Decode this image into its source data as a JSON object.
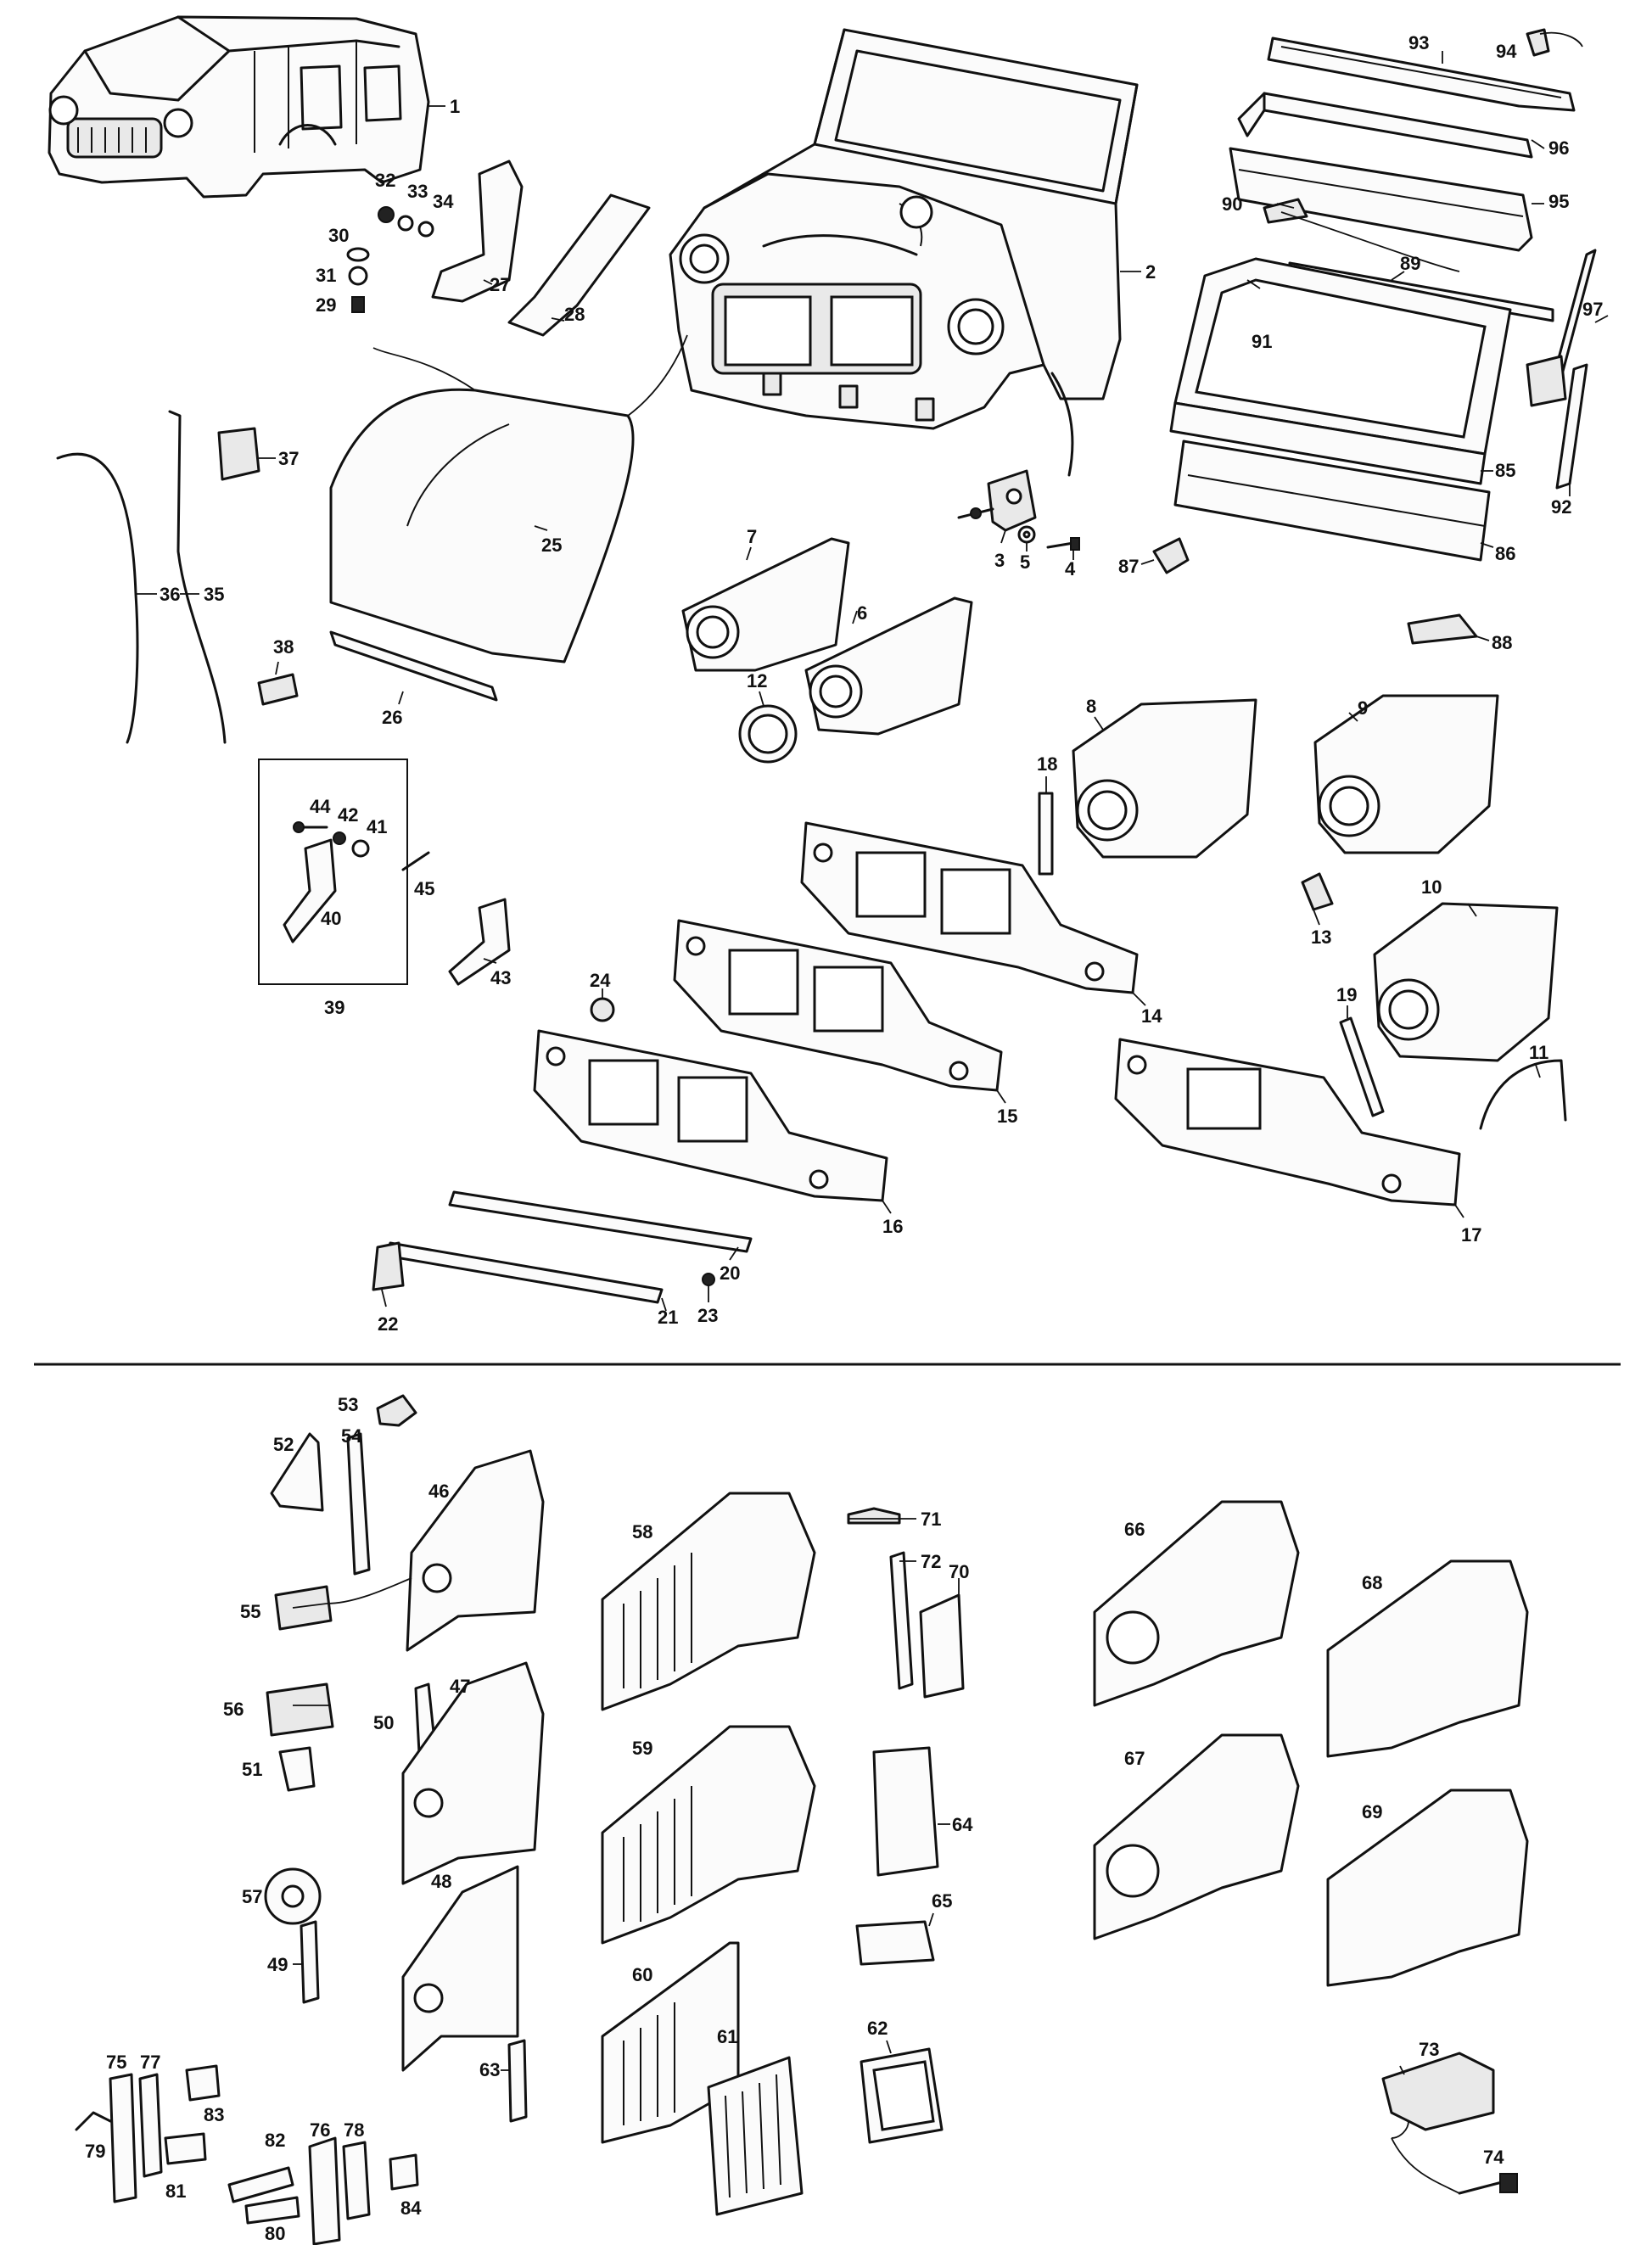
{
  "diagram": {
    "divider": true,
    "labels": {
      "body_shell": "1",
      "bodyshell_complete": "2",
      "mounting_bracket": "3",
      "bolt_4": "4",
      "washer_5": "5",
      "front_panel_6": "6",
      "front_panel_7": "7",
      "wing_8": "8",
      "wing_9": "9",
      "wing_10": "10",
      "arch_strip": "11",
      "headlamp_ring": "12",
      "corner_bracket": "13",
      "front_panel_14": "14",
      "front_panel_15": "15",
      "front_panel_16": "16",
      "front_panel_17": "17",
      "strip_18": "18",
      "strip_19": "19",
      "valance_20": "20",
      "valance_21": "21",
      "bracket_22": "22",
      "nut_23": "23",
      "grommet_24": "24",
      "bonnet": "25",
      "bonnet_strip": "26",
      "hinge_27": "27",
      "hinge_28": "28",
      "screw_29": "29",
      "washer_30": "30",
      "washer_31": "31",
      "nut_32": "32",
      "washer_33": "33",
      "washer_34": "34",
      "stay_35": "35",
      "stay_36": "36",
      "clip_37": "37",
      "catch_38": "38",
      "catch_kit": "39",
      "catch_40": "40",
      "part_41": "41",
      "part_42": "42",
      "catch_43": "43",
      "screw_44": "44",
      "pin_45": "45",
      "inner_wing_46": "46",
      "inner_wing_47": "47",
      "inner_wing_48": "48",
      "strip_49": "49",
      "panel_50": "50",
      "bracket_51": "51",
      "panel_52": "52",
      "cap_53": "53",
      "strip_54": "54",
      "bracket_55": "55",
      "bracket_56": "56",
      "plate_57": "57",
      "inner_wing_58": "58",
      "inner_wing_59": "59",
      "inner_wing_60": "60",
      "vent_61": "61",
      "box_62": "62",
      "strip_63": "63",
      "panel_64": "64",
      "bracket_65": "65",
      "inner_wing_66": "66",
      "inner_wing_67": "67",
      "inner_wing_68": "68",
      "inner_wing_69": "69",
      "panel_70": "70",
      "cap_71": "71",
      "strip_72": "72",
      "bracket_73": "73",
      "bolt_74": "74",
      "bracket_75": "75",
      "bracket_76": "76",
      "bracket_77": "77",
      "bracket_78": "78",
      "bracket_79": "79",
      "bracket_80": "80",
      "bracket_81": "81",
      "bracket_82": "82",
      "bracket_83": "83",
      "bracket_84": "84",
      "scuttle_85": "85",
      "scuttle_86": "86",
      "bracket_87": "87",
      "bracket_88": "88",
      "seal_89": "89",
      "bracket_90": "90",
      "windscreen_frame": "91",
      "pillar_92": "92",
      "roof_rail": "93",
      "clip_94": "94",
      "header_95": "95",
      "header_96": "96",
      "pillar_97": "97"
    }
  }
}
